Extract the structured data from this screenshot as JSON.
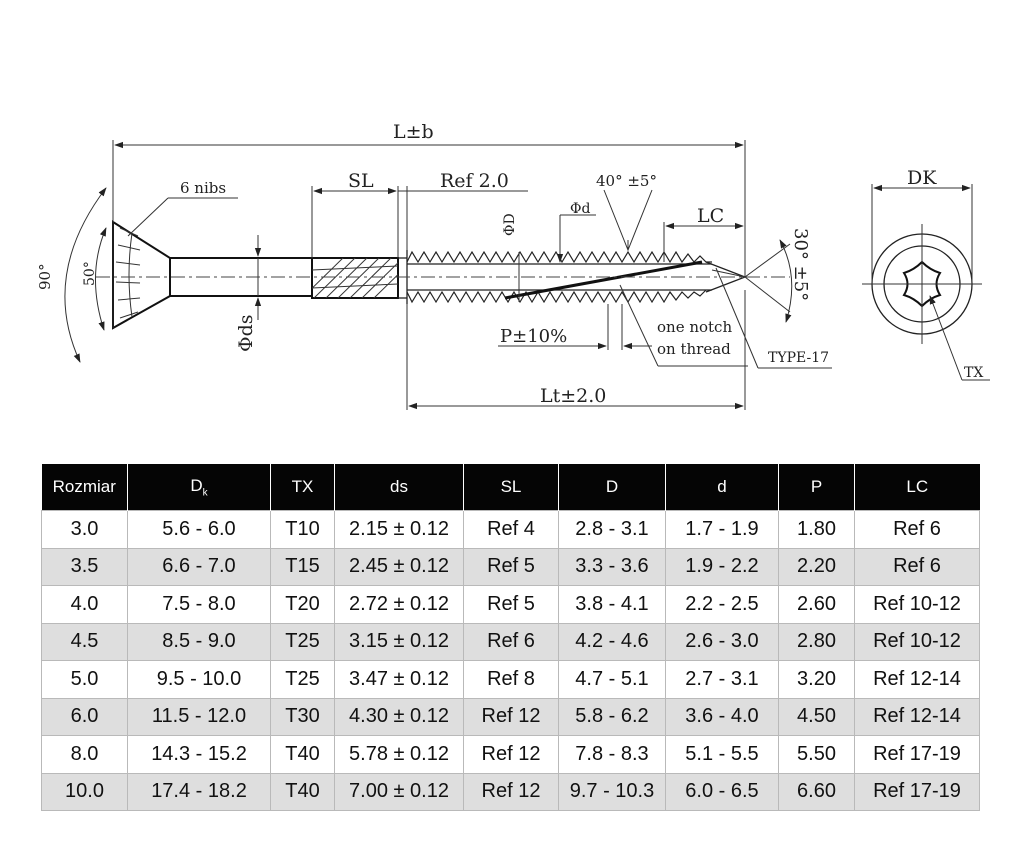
{
  "drawing": {
    "labels": {
      "l_b": "L±b",
      "sl": "SL",
      "ref": "Ref 2.0",
      "angle_tip": "40° ±5°",
      "lc": "LC",
      "dk": "DK",
      "nibs": "6 nibs",
      "head_outer_angle": "90°",
      "head_inner_angle": "50°",
      "phi_D": "ΦD",
      "phi_d": "Φd",
      "phi_ds": "Φds",
      "pitch": "P±10%",
      "notch_line1": "one notch",
      "notch_line2": "on thread",
      "type": "TYPE-17",
      "tip_angle": "30° ±5°",
      "lt": "Lt±2.0",
      "tx": "TX"
    }
  },
  "table": {
    "headers": [
      {
        "main": "Rozmiar",
        "sub": ""
      },
      {
        "main": "D",
        "sub": "k"
      },
      {
        "main": "TX",
        "sub": ""
      },
      {
        "main": "ds",
        "sub": ""
      },
      {
        "main": "SL",
        "sub": ""
      },
      {
        "main": "D",
        "sub": ""
      },
      {
        "main": "d",
        "sub": ""
      },
      {
        "main": "P",
        "sub": ""
      },
      {
        "main": "LC",
        "sub": ""
      }
    ],
    "rows": [
      [
        "3.0",
        "5.6 - 6.0",
        "T10",
        "2.15 ± 0.12",
        "Ref 4",
        "2.8 - 3.1",
        "1.7 - 1.9",
        "1.80",
        "Ref 6"
      ],
      [
        "3.5",
        "6.6 - 7.0",
        "T15",
        "2.45 ± 0.12",
        "Ref 5",
        "3.3 - 3.6",
        "1.9 - 2.2",
        "2.20",
        "Ref 6"
      ],
      [
        "4.0",
        "7.5 - 8.0",
        "T20",
        "2.72 ± 0.12",
        "Ref 5",
        "3.8 - 4.1",
        "2.2 - 2.5",
        "2.60",
        "Ref 10-12"
      ],
      [
        "4.5",
        "8.5 - 9.0",
        "T25",
        "3.15 ± 0.12",
        "Ref 6",
        "4.2 - 4.6",
        "2.6 - 3.0",
        "2.80",
        "Ref 10-12"
      ],
      [
        "5.0",
        "9.5 - 10.0",
        "T25",
        "3.47 ± 0.12",
        "Ref 8",
        "4.7 - 5.1",
        "2.7 - 3.1",
        "3.20",
        "Ref 12-14"
      ],
      [
        "6.0",
        "11.5 - 12.0",
        "T30",
        "4.30 ± 0.12",
        "Ref 12",
        "5.8 - 6.2",
        "3.6 - 4.0",
        "4.50",
        "Ref 12-14"
      ],
      [
        "8.0",
        "14.3 - 15.2",
        "T40",
        "5.78 ± 0.12",
        "Ref 12",
        "7.8 - 8.3",
        "5.1 - 5.5",
        "5.50",
        "Ref 17-19"
      ],
      [
        "10.0",
        "17.4 - 18.2",
        "T40",
        "7.00 ± 0.12",
        "Ref 12",
        "9.7 - 10.3",
        "6.0 - 6.5",
        "6.60",
        "Ref 17-19"
      ]
    ]
  }
}
